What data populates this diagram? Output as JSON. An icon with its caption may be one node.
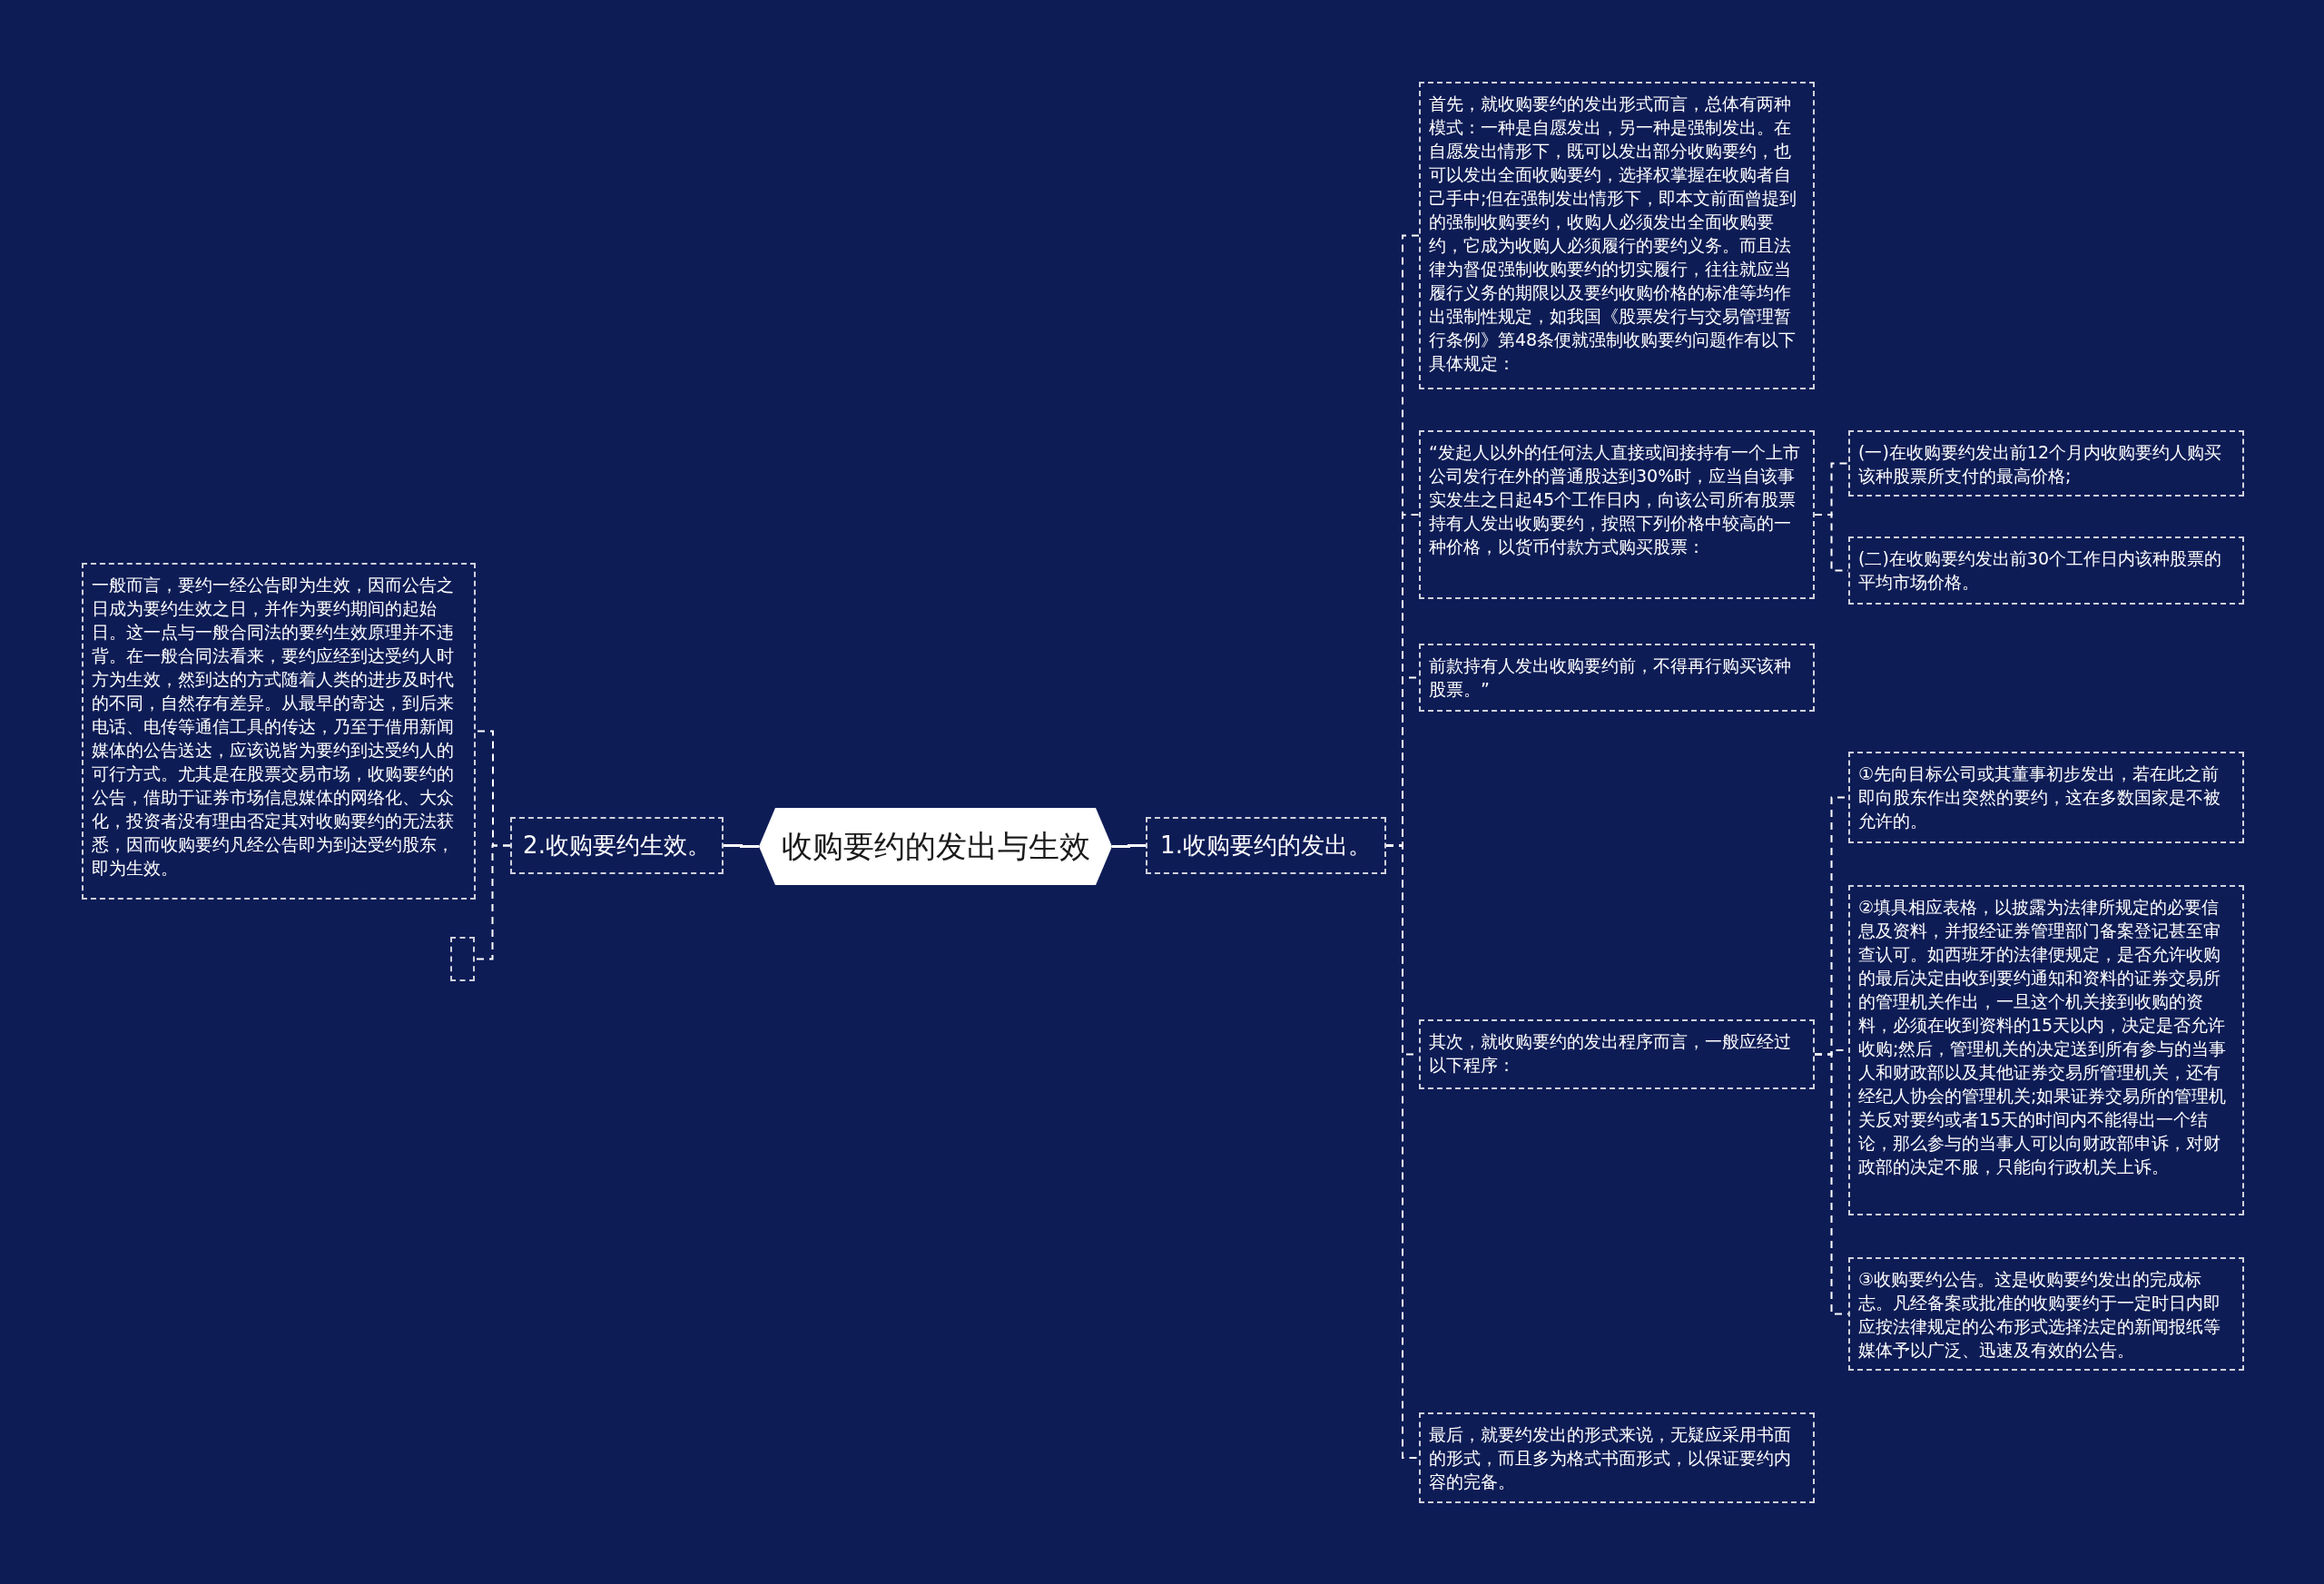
{
  "diagram": {
    "nodes": [
      {
        "text": [
          "收购要约的发出与生效"
        ]
      },
      {
        "text": [
          "1.收购要约的发出。"
        ]
      },
      {
        "text": [
          "2.收购要约生效。"
        ]
      },
      {
        "text": [
          "一般而言，要约一经公告即为生效，因而公告之日成为要约生效之日，并作为要约期间的起始日。这一点与一般合同法的要约生效原理并不违背。在一般合同法看来，要约应经到达受约人时方为生效，然到达的方式随着人类的进步及时代的不同，自然存有差异。从最早的寄达，到后来电话、电传等通信工具的传达，乃至于借用新闻媒体的公告送达，应该说皆为要约到达受约人的可行方式。尤其是在股票交易市场，收购要约的公告，借助于证券市场信息媒体的网络化、大众化，投资者没有理由否定其对收购要约的无法获悉，因而收购要约凡经公告即为到达受约股东，即为生效。"
        ]
      },
      {
        "text": [],
        "shape": "box"
      },
      {
        "text": [
          "首先，就收购要约的发出形式而言，总体有两种模式：一种是自愿发出，另一种是强制发出。在自愿发出情形下，既可以发出部分收购要约，也可以发出全面收购要约，选择权掌握在收购者自己手中;但在强制发出情形下，即本文前面曾提到的强制收购要约，收购人必须发出全面收购要约，它成为收购人必须履行的要约义务。而且法律为督促强制收购要约的切实履行，往往就应当履行义务的期限以及要约收购价格的标准等均作出强制性规定，如我国《股票发行与交易管理暂行条例》第48条便就强制收购要约问题作有以下具体规定："
        ]
      },
      {
        "text": [
          "“发起人以外的任何法人直接或间接持有一个上市公司发行在外的普通股达到30%时，应当自该事实发生之日起45个工作日内，向该公司所有股票持有人发出收购要约，按照下列价格中较高的一种价格，以货币付款方式购买股票："
        ]
      },
      {
        "text": [
          "(一)在收购要约发出前12个月内收购要约人购买该种股票所支付的最高价格;"
        ]
      },
      {
        "text": [
          "(二)在收购要约发出前30个工作日内该种股票的平均市场价格。"
        ]
      },
      {
        "text": [
          "前款持有人发出收购要约前，不得再行购买该种股票。”"
        ]
      },
      {
        "text": [
          "其次，就收购要约的发出程序而言，一般应经过以下程序："
        ]
      },
      {
        "text": [
          "①先向目标公司或其董事初步发出，若在此之前即向股东作出突然的要约，这在多数国家是不被允许的。"
        ]
      },
      {
        "text": [
          "②填具相应表格，以披露为法律所规定的必要信息及资料，并报经证券管理部门备案登记甚至审查认可。如西班牙的法律便规定，是否允许收购的最后决定由收到要约通知和资料的证券交易所的管理机关作出，一旦这个机关接到收购的资料，必须在收到资料的15天以内，决定是否允许收购;然后，管理机关的决定送到所有参与的当事人和财政部以及其他证券交易所管理机关，还有经纪人协会的管理机关;如果证券交易所的管理机关反对要约或者15天的时间内不能得出一个结论，那么参与的当事人可以向财政部申诉，对财政部的决定不服，只能向行政机关上诉。"
        ]
      },
      {
        "text": [
          "③收购要约公告。这是收购要约发出的完成标志。凡经备案或批准的收购要约于一定时日内即应按法律规定的公布形式选择法定的新闻报纸等媒体予以广泛、迅速及有效的公告。"
        ]
      },
      {
        "text": [
          "最后，就要约发出的形式来说，无疑应采用书面的形式，而且多为格式书面形式，以保证要约内容的完备。"
        ]
      }
    ],
    "edges": [
      {
        "from": 0,
        "to": 1,
        "arrow": "none"
      },
      {
        "from": 0,
        "to": 2,
        "arrow": "none"
      },
      {
        "from": 2,
        "to": 3,
        "arrow": "none",
        "style": "dashed"
      },
      {
        "from": 2,
        "to": 4,
        "arrow": "none",
        "style": "dashed"
      },
      {
        "from": 1,
        "to": 5,
        "arrow": "none",
        "style": "dashed"
      },
      {
        "from": 1,
        "to": 6,
        "arrow": "none",
        "style": "dashed"
      },
      {
        "from": 1,
        "to": 9,
        "arrow": "none",
        "style": "dashed"
      },
      {
        "from": 1,
        "to": 10,
        "arrow": "none",
        "style": "dashed"
      },
      {
        "from": 1,
        "to": 14,
        "arrow": "none",
        "style": "dashed"
      },
      {
        "from": 6,
        "to": 7,
        "arrow": "none",
        "style": "dashed"
      },
      {
        "from": 6,
        "to": 8,
        "arrow": "none",
        "style": "dashed"
      },
      {
        "from": 10,
        "to": 11,
        "arrow": "none",
        "style": "dashed"
      },
      {
        "from": 10,
        "to": 12,
        "arrow": "none",
        "style": "dashed"
      },
      {
        "from": 10,
        "to": 13,
        "arrow": "none",
        "style": "dashed"
      }
    ]
  }
}
